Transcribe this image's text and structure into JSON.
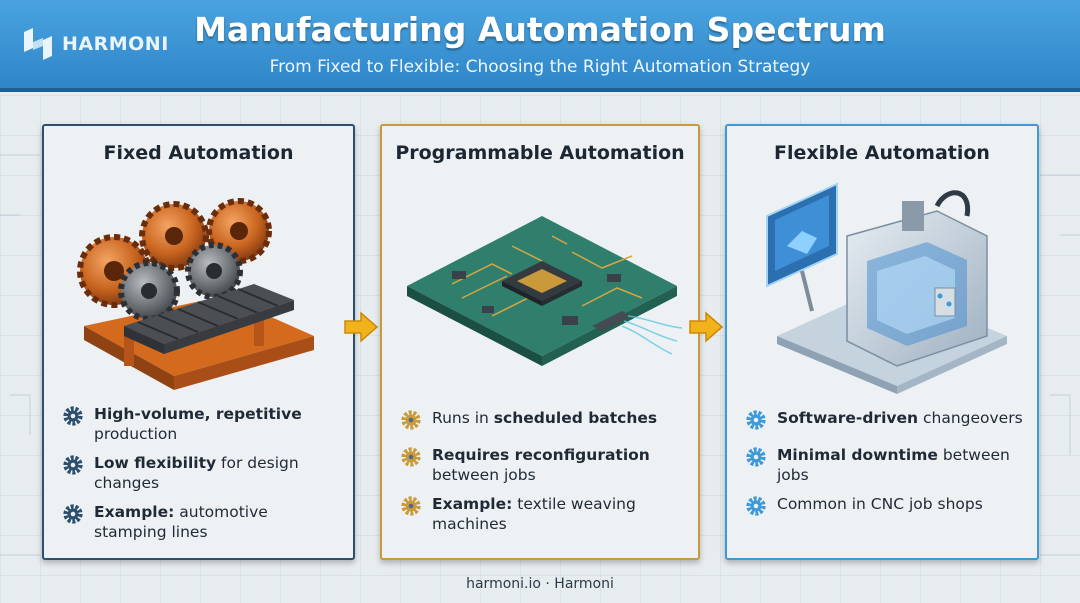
{
  "header": {
    "logo_text": "HARMONI",
    "title": "Manufacturing Automation Spectrum",
    "subtitle": "From Fixed to Flexible: Choosing the Right Automation Strategy"
  },
  "cards": [
    {
      "title": "Fixed Automation",
      "bullets": [
        {
          "bold": "High-volume, repetitive",
          "rest": "production"
        },
        {
          "bold": "Low flexibility",
          "rest": "for design changes"
        },
        {
          "bold": "Example:",
          "rest": "automotive stamping lines"
        }
      ]
    },
    {
      "title": "Programmable Automation",
      "bullets": [
        {
          "pre": "Runs in",
          "bold": "scheduled batches",
          "rest": ""
        },
        {
          "bold": "Requires reconfiguration",
          "rest": "between jobs"
        },
        {
          "bold": "Example:",
          "rest": "textile weaving machines"
        }
      ]
    },
    {
      "title": "Flexible Automation",
      "bullets": [
        {
          "bold": "Software-driven",
          "rest": "changeovers"
        },
        {
          "bold": "Minimal downtime",
          "rest": "between jobs"
        },
        {
          "bold": "",
          "rest": "Common in CNC job shops"
        }
      ]
    }
  ],
  "footer": "harmoni.io · Harmoni",
  "icons": [
    "gear-icon",
    "arrow-right-icon",
    "logo-icon"
  ],
  "colors": {
    "header_blue": "#2f86c8",
    "card1_border": "#2c4f6e",
    "card2_border": "#c99a3a",
    "card3_border": "#3c9ad8",
    "arrow_yellow": "#f2b21c"
  }
}
